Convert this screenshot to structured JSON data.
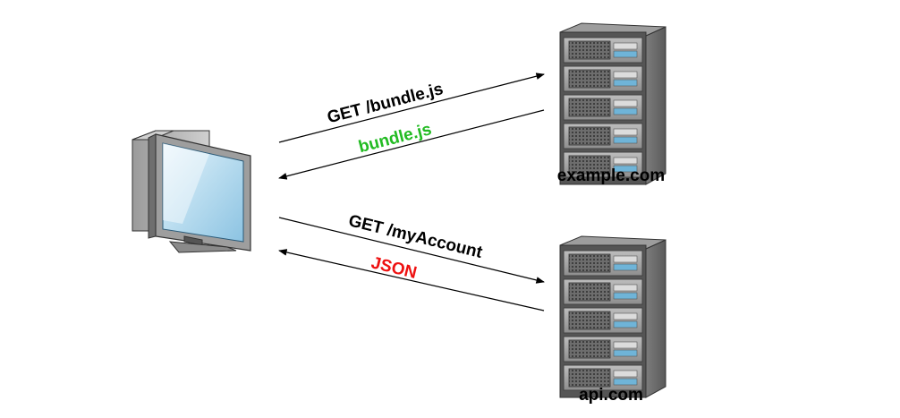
{
  "servers": [
    {
      "label": "example.com"
    },
    {
      "label": "api.com"
    }
  ],
  "messages": [
    {
      "text": "GET /bundle.js",
      "color": "#000000"
    },
    {
      "text": "bundle.js",
      "color": "#22bb22"
    },
    {
      "text": "GET /myAccount",
      "color": "#000000"
    },
    {
      "text": "JSON",
      "color": "#ee1111"
    }
  ],
  "icons": {
    "client": "desktop-computer-icon",
    "server": "server-rack-icon"
  }
}
